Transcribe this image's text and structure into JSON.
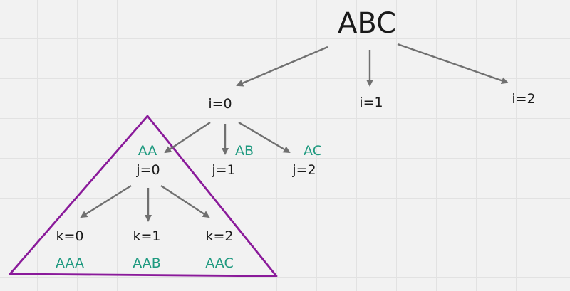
{
  "nodes": {
    "root": "ABC",
    "i0": "i=0",
    "i1": "i=1",
    "i2": "i=2",
    "j0": "j=0",
    "j1": "j=1",
    "j2": "j=2",
    "k0": "k=0",
    "k1": "k=1",
    "k2": "k=2"
  },
  "partials": {
    "aa": "AA",
    "ab": "AB",
    "ac": "AC",
    "aaa": "AAA",
    "aab": "AAB",
    "aac": "AAC"
  },
  "colors": {
    "text": "#1a1a1a",
    "permutation_text": "#1f9a80",
    "arrow": "#707070",
    "highlight_triangle": "#8a1a9a",
    "background": "#f2f2f2",
    "grid": "#e2e2e2"
  }
}
